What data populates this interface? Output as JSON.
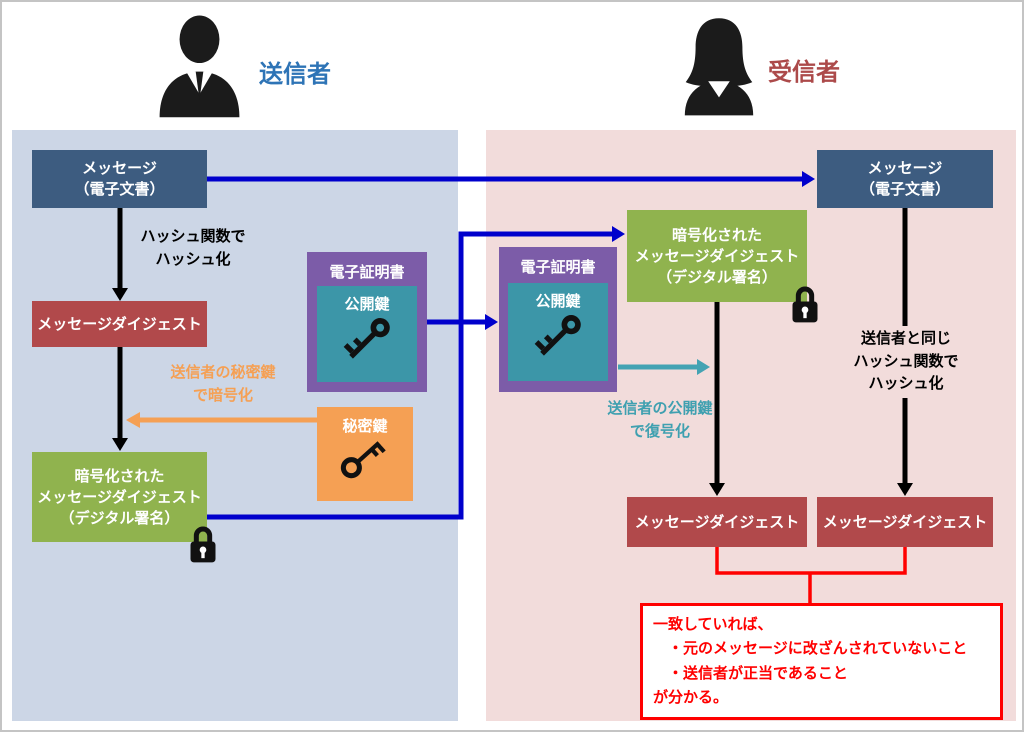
{
  "header": {
    "sender_label": "送信者",
    "receiver_label": "受信者"
  },
  "sender": {
    "message": {
      "line1": "メッセージ",
      "line2": "（電子文書）"
    },
    "hash_note": {
      "line1": "ハッシュ関数で",
      "line2": "ハッシュ化"
    },
    "digest": "メッセージダイジェスト",
    "signature": {
      "line1": "暗号化された",
      "line2": "メッセージダイジェスト",
      "line3": "（デジタル署名）"
    },
    "certificate": {
      "title": "電子証明書",
      "key_label": "公開鍵"
    },
    "private_key_label": "秘密鍵",
    "encrypt_note": {
      "line1": "送信者の秘密鍵",
      "line2": "で暗号化"
    }
  },
  "receiver": {
    "message": {
      "line1": "メッセージ",
      "line2": "（電子文書）"
    },
    "certificate": {
      "title": "電子証明書",
      "key_label": "公開鍵"
    },
    "signature": {
      "line1": "暗号化された",
      "line2": "メッセージダイジェスト",
      "line3": "（デジタル署名）"
    },
    "decrypt_note": {
      "line1": "送信者の公開鍵",
      "line2": "で復号化"
    },
    "hash_note": {
      "line1": "送信者と同じ",
      "line2": "ハッシュ関数で",
      "line3": "ハッシュ化"
    },
    "digest_from_signature": "メッセージダイジェスト",
    "digest_from_message": "メッセージダイジェスト",
    "conclusion": {
      "line1": "一致していれば、",
      "line2": "　・元のメッセージに改ざんされていないこと",
      "line3": "　・送信者が正当であること",
      "line4": "が分かる。"
    }
  },
  "colors": {
    "sender_accent": "#2E74B6",
    "receiver_accent": "#AC4A4A",
    "panel_left": "#CCD6E6",
    "panel_right": "#F2DCDB",
    "box_blue": "#3D5C80",
    "box_red": "#B1494B",
    "box_green": "#90B34E",
    "box_purple": "#7C5CA8",
    "box_teal": "#3C96A8",
    "box_orange": "#F5A054",
    "arrow_blue": "#0000CC",
    "arrow_black": "#000000",
    "arrow_orange": "#F5A054",
    "arrow_teal": "#44A3B3",
    "result_red": "#FF0000"
  }
}
